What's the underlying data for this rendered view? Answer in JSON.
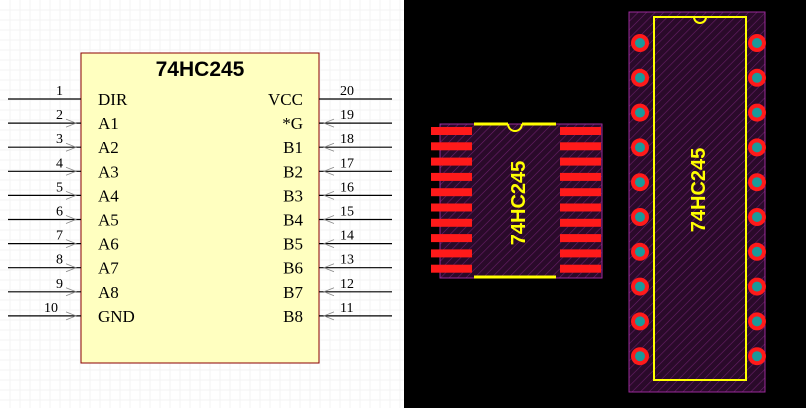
{
  "schematic": {
    "part_name": "74HC245",
    "left_pins": [
      {
        "num": "1",
        "name": "DIR"
      },
      {
        "num": "2",
        "name": "A1"
      },
      {
        "num": "3",
        "name": "A2"
      },
      {
        "num": "4",
        "name": "A3"
      },
      {
        "num": "5",
        "name": "A4"
      },
      {
        "num": "6",
        "name": "A5"
      },
      {
        "num": "7",
        "name": "A6"
      },
      {
        "num": "8",
        "name": "A7"
      },
      {
        "num": "9",
        "name": "A8"
      },
      {
        "num": "10",
        "name": "GND"
      }
    ],
    "right_pins": [
      {
        "num": "20",
        "name": "VCC"
      },
      {
        "num": "19",
        "name": "*G"
      },
      {
        "num": "18",
        "name": "B1"
      },
      {
        "num": "17",
        "name": "B2"
      },
      {
        "num": "16",
        "name": "B3"
      },
      {
        "num": "15",
        "name": "B4"
      },
      {
        "num": "14",
        "name": "B5"
      },
      {
        "num": "13",
        "name": "B6"
      },
      {
        "num": "12",
        "name": "B7"
      },
      {
        "num": "11",
        "name": "B8"
      }
    ],
    "colors": {
      "body_fill": "#ffffc0",
      "body_stroke": "#8b0000",
      "pin": "#000000"
    }
  },
  "pcb": {
    "soic_label": "74HC245",
    "dip_label": "74HC245",
    "colors": {
      "pad_smd": "#ff1a1a",
      "pad_tht_ring": "#ff1a1a",
      "pad_tht_hole": "#1a9a9a",
      "silkscreen": "#ffff00",
      "courtyard": "#9a2a9a",
      "body_fill": "#2a0a2a"
    }
  }
}
